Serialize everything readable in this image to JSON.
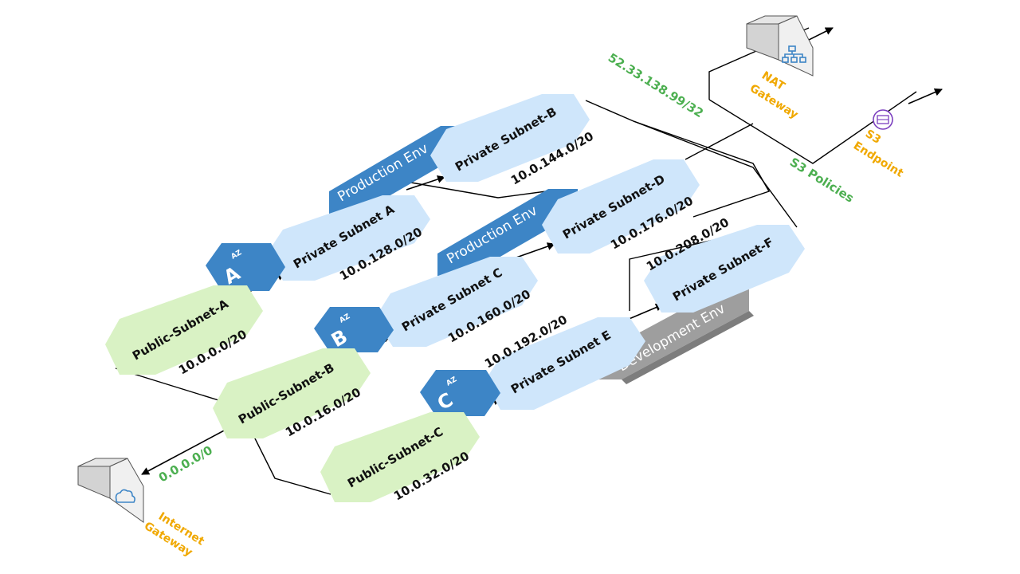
{
  "az_badges": [
    {
      "id": "a",
      "letter": "A",
      "tag": "AZ"
    },
    {
      "id": "b",
      "letter": "B",
      "tag": "AZ"
    },
    {
      "id": "c",
      "letter": "C",
      "tag": "AZ"
    }
  ],
  "public_subnets": [
    {
      "id": "a",
      "name": "Public-Subnet-A",
      "cidr": "10.0.0.0/20"
    },
    {
      "id": "b",
      "name": "Public-Subnet-B",
      "cidr": "10.0.16.0/20"
    },
    {
      "id": "c",
      "name": "Public-Subnet-C",
      "cidr": "10.0.32.0/20"
    }
  ],
  "private_subnets": [
    {
      "id": "a",
      "name": "Private Subnet A",
      "cidr": "10.0.128.0/20"
    },
    {
      "id": "b",
      "name": "Private Subnet-B",
      "cidr": "10.0.144.0/20"
    },
    {
      "id": "c",
      "name": "Private Subnet C",
      "cidr": "10.0.160.0/20"
    },
    {
      "id": "d",
      "name": "Private Subnet-D",
      "cidr": "10.0.176.0/20"
    },
    {
      "id": "e",
      "name": "Private Subnet E",
      "cidr": "10.0.192.0/20"
    },
    {
      "id": "f",
      "name": "Private Subnet-F",
      "cidr": "10.0.208.0/20"
    }
  ],
  "env_labels": [
    {
      "id": "prod-1",
      "text": "Production Env",
      "color": "#3d85c6"
    },
    {
      "id": "prod-2",
      "text": "Production Env",
      "color": "#3d85c6"
    },
    {
      "id": "dev",
      "text": "Development Env",
      "color": "#9e9e9e"
    }
  ],
  "gateways": {
    "nat": {
      "ip": "52.33.138.99/32",
      "name": "NAT\nGateway"
    },
    "s3": {
      "policies": "S3 Policies",
      "name": "S3\nEndpoint"
    },
    "internet": {
      "route": "0.0.0.0/0",
      "name": "Internet\nGateway"
    }
  },
  "colors": {
    "public": "#d9f2c4",
    "private": "#cfe6fb",
    "label_green": "#4caf50",
    "label_orange": "#f0a800",
    "badge": "#3d85c6"
  }
}
